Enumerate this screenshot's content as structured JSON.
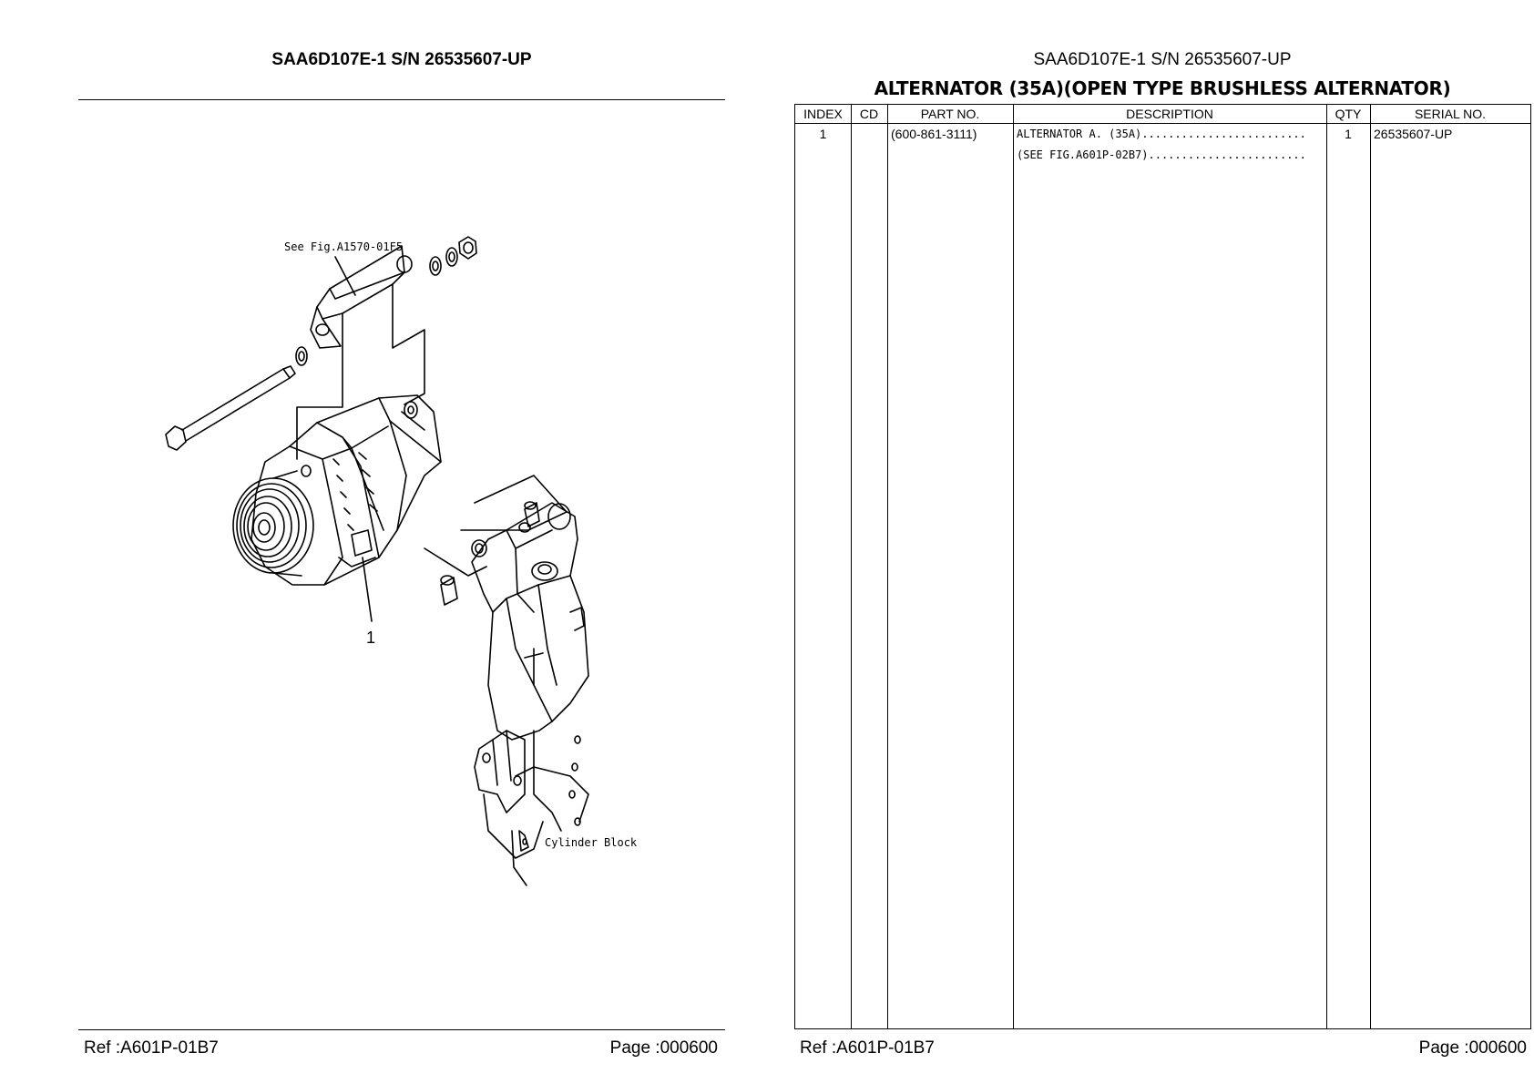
{
  "left_page": {
    "header": "SAA6D107E-1 S/N 26535607-UP",
    "illustration": {
      "callout_see_fig": "See Fig.A1570-01F5",
      "callout_cylinder_block": "Cylinder Block",
      "index_label": "1"
    },
    "footer": {
      "ref": "Ref :A601P-01B7",
      "page": "Page :000600"
    }
  },
  "right_page": {
    "header": "SAA6D107E-1 S/N 26535607-UP",
    "title": "ALTERNATOR (35A)(OPEN TYPE BRUSHLESS ALTERNATOR)",
    "table": {
      "columns": [
        "INDEX",
        "CD",
        "PART NO.",
        "DESCRIPTION",
        "QTY",
        "SERIAL NO."
      ],
      "rows": [
        {
          "index": "1",
          "cd": "",
          "part_no": "(600-861-3111)",
          "description": "ALTERNATOR A. (35A).........................",
          "qty": "1",
          "serial_no": "26535607-UP"
        },
        {
          "index": "",
          "cd": "",
          "part_no": "",
          "description": "(SEE FIG.A601P-02B7)........................",
          "qty": "",
          "serial_no": ""
        }
      ]
    },
    "footer": {
      "ref": "Ref :A601P-01B7",
      "page": "Page :000600"
    }
  }
}
